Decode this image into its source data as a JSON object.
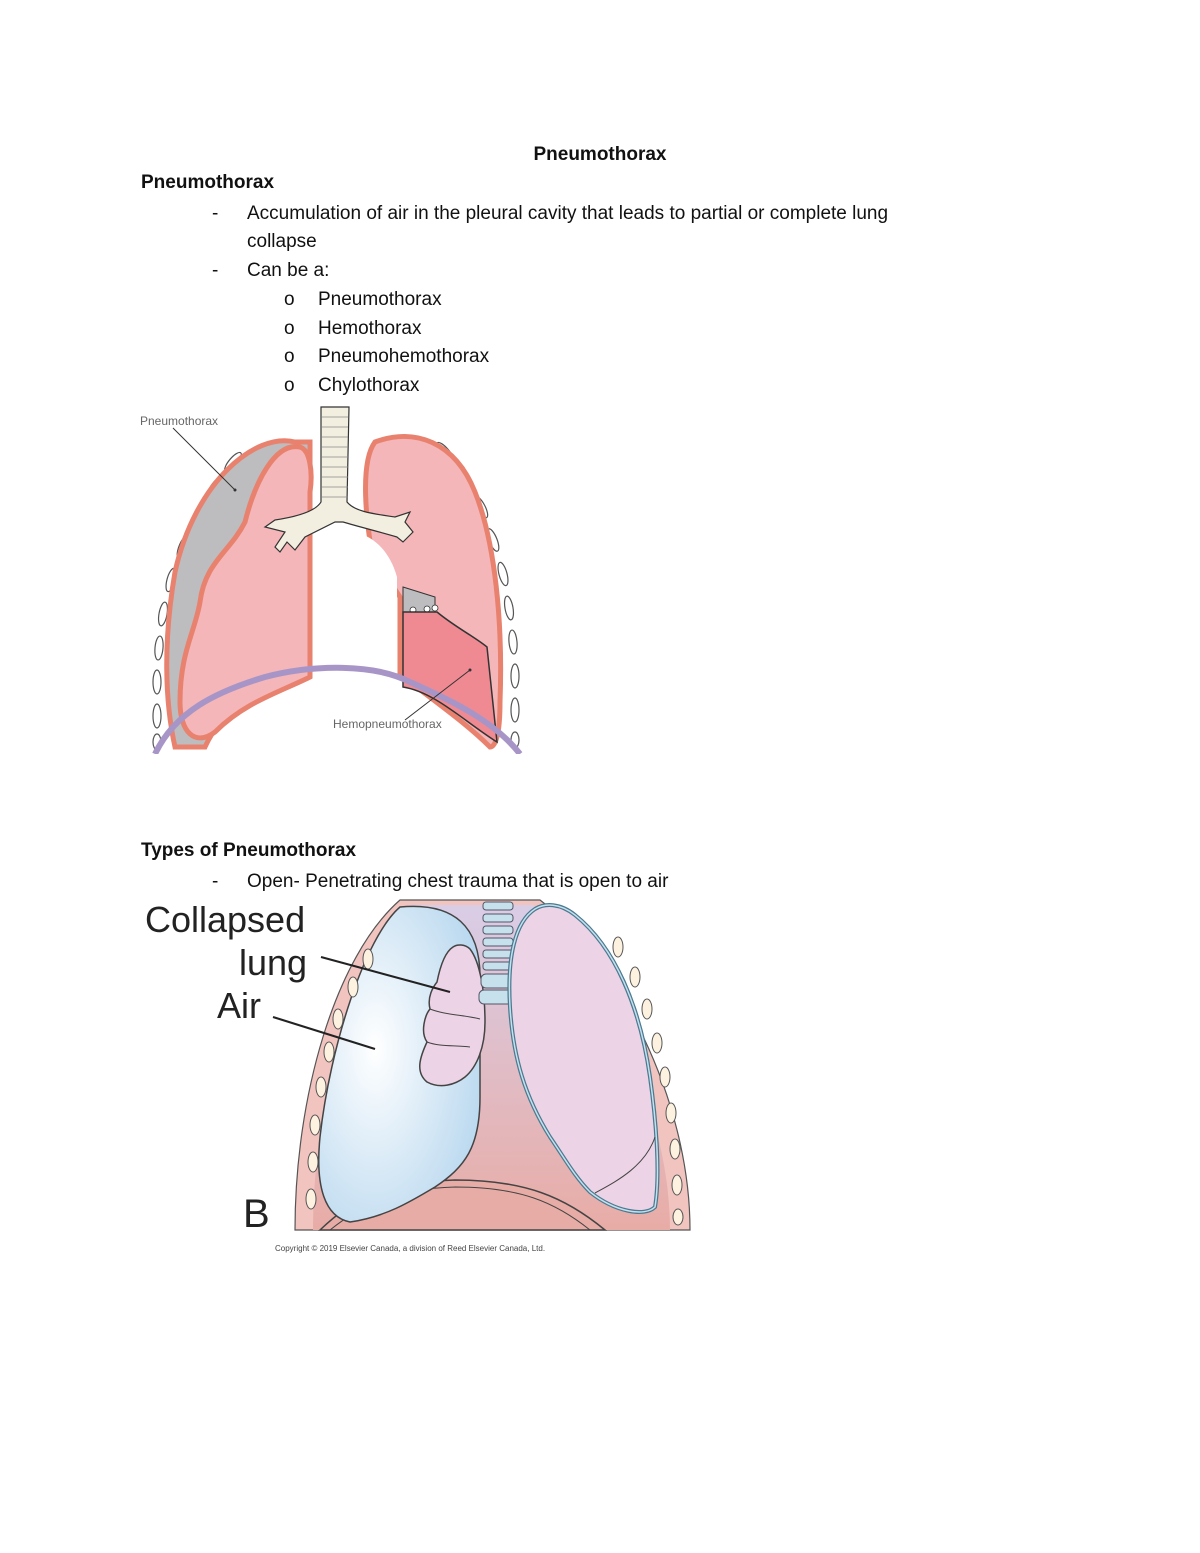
{
  "document": {
    "title": "Pneumothorax",
    "section1": {
      "heading": "Pneumothorax",
      "bullets": [
        {
          "marker": "-",
          "text": "Accumulation of air in the pleural cavity that leads to partial or complete lung",
          "continuation": "collapse"
        },
        {
          "marker": "-",
          "text": "Can be a:"
        }
      ],
      "sub_bullets": [
        {
          "marker": "o",
          "text": "Pneumothorax"
        },
        {
          "marker": "o",
          "text": "Hemothorax"
        },
        {
          "marker": "o",
          "text": "Pneumohemothorax"
        },
        {
          "marker": "o",
          "text": "Chylothorax"
        }
      ],
      "figure1": {
        "label_top": "Pneumothorax",
        "label_bottom": "Hemopneumothorax",
        "colors": {
          "lung": "#f4b6b8",
          "pleura": "#e8826e",
          "air": "#bdbdbf",
          "blood": "#f08a92",
          "diaphragm": "#a895c7",
          "trachea": "#f3efe0"
        }
      }
    },
    "section2": {
      "heading": "Types of Pneumothorax",
      "bullets": [
        {
          "marker": "-",
          "text": "Open- Penetrating chest trauma that is open to air"
        }
      ],
      "figure2": {
        "label_collapsed": "Collapsed",
        "label_lung": "lung",
        "label_air": "Air",
        "panel_letter": "B",
        "copyright": "Copyright © 2019 Elsevier Canada, a division of Reed Elsevier Canada, Ltd.",
        "colors": {
          "air": "#c9e3f4",
          "lung": "#edd3e6",
          "chest_wall": "#f2c4c0",
          "mediastinum": "#e8b2ad"
        }
      }
    }
  }
}
